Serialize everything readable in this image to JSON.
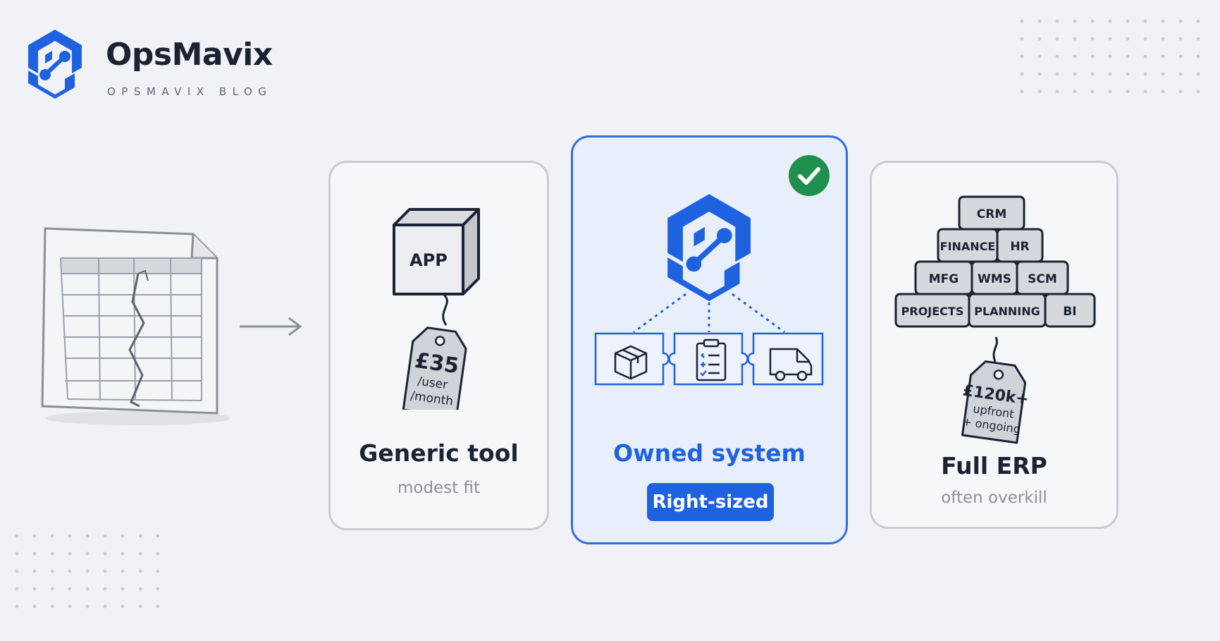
{
  "header": {
    "brand_name": "OpsMavix",
    "brand_subtitle": "OPSMAVIX BLOG"
  },
  "generic": {
    "box_label": "APP",
    "price": "£35",
    "price_line2": "/user",
    "price_line3": "/month",
    "title": "Generic tool",
    "caption": "modest fit"
  },
  "owned": {
    "title": "Owned system",
    "badge": "Right-sized"
  },
  "erp": {
    "modules": [
      "CRM",
      "FINANCE",
      "HR",
      "MFG",
      "WMS",
      "SCM",
      "PROJECTS",
      "PLANNING",
      "BI"
    ],
    "price": "£120k+",
    "price_line2": "upfront",
    "price_line3": "+ ongoing",
    "title": "Full ERP",
    "caption": "often overkill"
  },
  "colors": {
    "accent_blue": "#1f62e0",
    "check_green": "#1f8f4e",
    "ink": "#1b2333"
  },
  "icons": {
    "brand": "opsmavix-hexagon-icon",
    "broken_sheet": "broken-spreadsheet-icon",
    "arrow": "arrow-right-icon",
    "check": "check-circle-icon",
    "package": "package-icon",
    "clipboard": "clipboard-checklist-icon",
    "van": "delivery-van-icon"
  }
}
